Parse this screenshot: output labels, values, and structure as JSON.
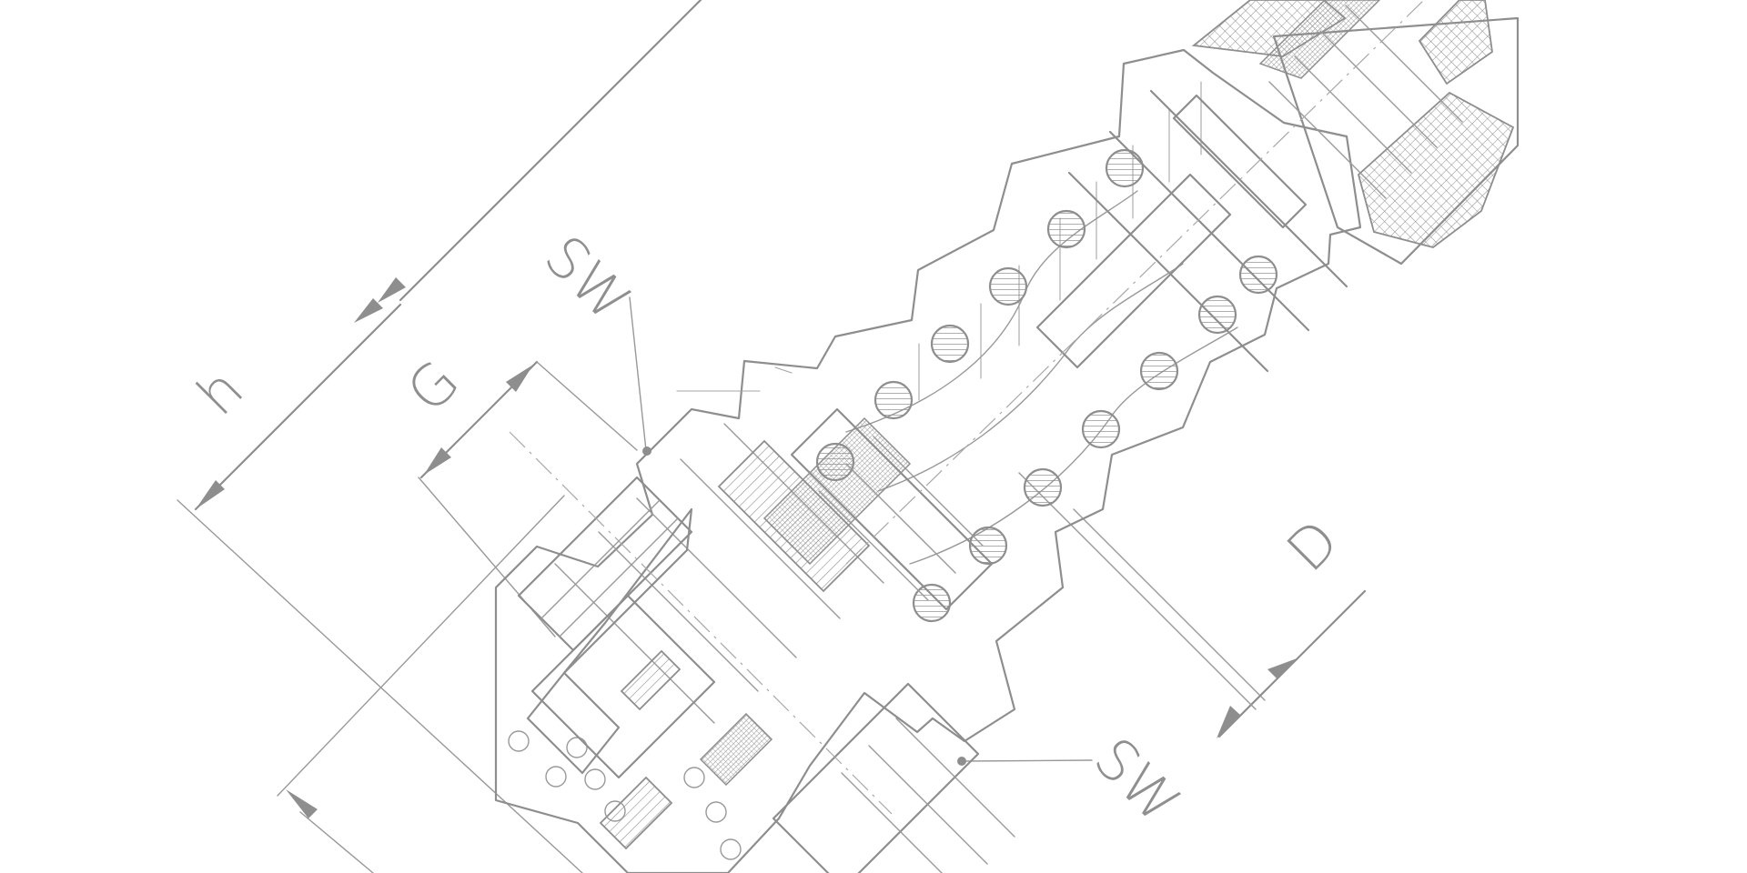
{
  "diagram": {
    "labels": {
      "height": "h",
      "thread": "G",
      "width_across_flats_top": "SW",
      "diameter": "D",
      "width_across_flats_bottom": "SW"
    },
    "line_color": "#8e8e8e",
    "background_color": "#ffffff"
  }
}
